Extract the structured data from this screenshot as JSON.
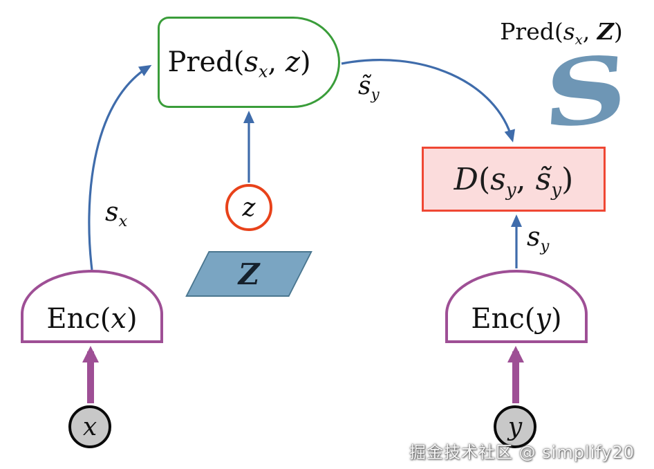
{
  "colors": {
    "pred_border": "#3a9d3a",
    "enc_border": "#9e4f95",
    "arrow_blue": "#3f6cab",
    "arrow_purple": "#9e4f95",
    "d_border": "#ef4733",
    "d_fill": "#fbdcdc",
    "z_circle_border": "#e8421a",
    "latent_set_fill": "#7aa5c2",
    "blob_blue": "#6e96b5",
    "input_circle_fill": "#c8c8c8"
  },
  "nodes": {
    "pred": {
      "fn": "Pred",
      "open": "(",
      "var1": "s",
      "sub1": "x",
      "sep": ", ",
      "var2": "z",
      "close": ")"
    },
    "enc_x": {
      "fn": "Enc",
      "open": "(",
      "var": "x",
      "close": ")"
    },
    "enc_y": {
      "fn": "Enc",
      "open": "(",
      "var": "y",
      "close": ")"
    },
    "d": {
      "fn": "D",
      "open": "(",
      "var1": "s",
      "sub1": "y",
      "sep": ", ",
      "var2": "s̃",
      "sub2": "y",
      "close": ")"
    },
    "z": "z",
    "z_set": "Z",
    "x": "x",
    "y": "y"
  },
  "labels": {
    "s_x": {
      "var": "s",
      "sub": "x"
    },
    "s_y": {
      "var": "s",
      "sub": "y"
    },
    "s_tilde_y": {
      "var": "s̃",
      "sub": "y"
    },
    "pred_out": {
      "fn": "Pred",
      "open": "(",
      "var1": "s",
      "sub1": "x",
      "sep": ", ",
      "var2": "Z",
      "close": ")"
    },
    "blob": "S"
  },
  "watermark": "掘金技术社区 @ simplify20"
}
